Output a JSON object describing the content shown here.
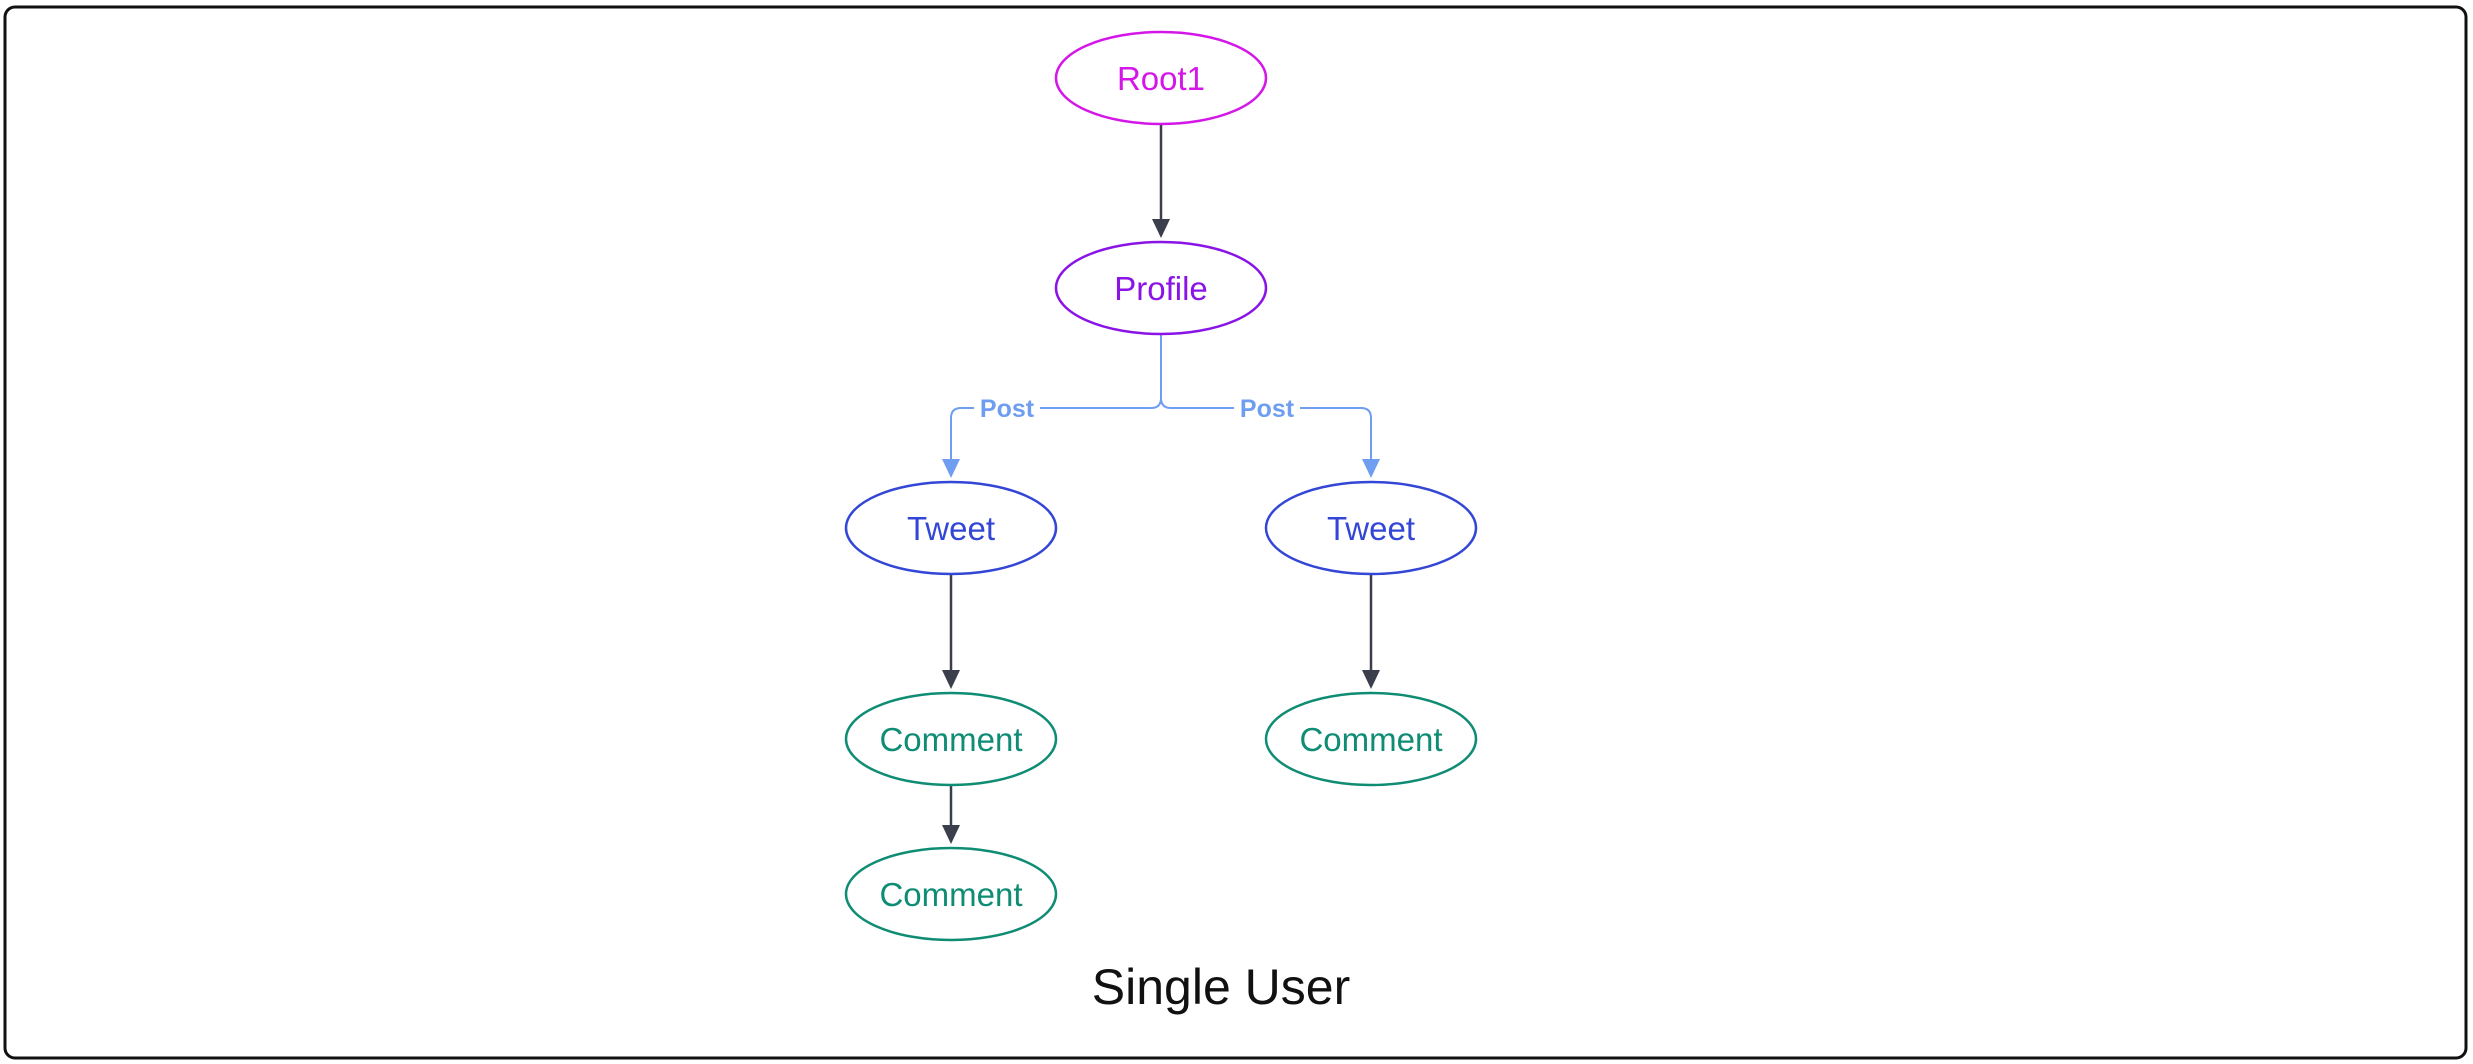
{
  "diagram": {
    "caption": "Single User",
    "colors": {
      "frame": "#111111",
      "edge_dark": "#3a3f4b",
      "edge_post": "#6f9ef0",
      "root": "#d417e8",
      "profile": "#8a14e6",
      "tweet": "#3346d6",
      "comment": "#0f8c74"
    },
    "nodes": [
      {
        "id": "root1",
        "label": "Root1",
        "kind": "root"
      },
      {
        "id": "profile",
        "label": "Profile",
        "kind": "profile"
      },
      {
        "id": "tweet-left",
        "label": "Tweet",
        "kind": "tweet"
      },
      {
        "id": "tweet-right",
        "label": "Tweet",
        "kind": "tweet"
      },
      {
        "id": "comment-left-1",
        "label": "Comment",
        "kind": "comment"
      },
      {
        "id": "comment-left-2",
        "label": "Comment",
        "kind": "comment"
      },
      {
        "id": "comment-right-1",
        "label": "Comment",
        "kind": "comment"
      }
    ],
    "edges": [
      {
        "from": "root1",
        "to": "profile",
        "label": ""
      },
      {
        "from": "profile",
        "to": "tweet-left",
        "label": "Post"
      },
      {
        "from": "profile",
        "to": "tweet-right",
        "label": "Post"
      },
      {
        "from": "tweet-left",
        "to": "comment-left-1",
        "label": ""
      },
      {
        "from": "comment-left-1",
        "to": "comment-left-2",
        "label": ""
      },
      {
        "from": "tweet-right",
        "to": "comment-right-1",
        "label": ""
      }
    ]
  }
}
